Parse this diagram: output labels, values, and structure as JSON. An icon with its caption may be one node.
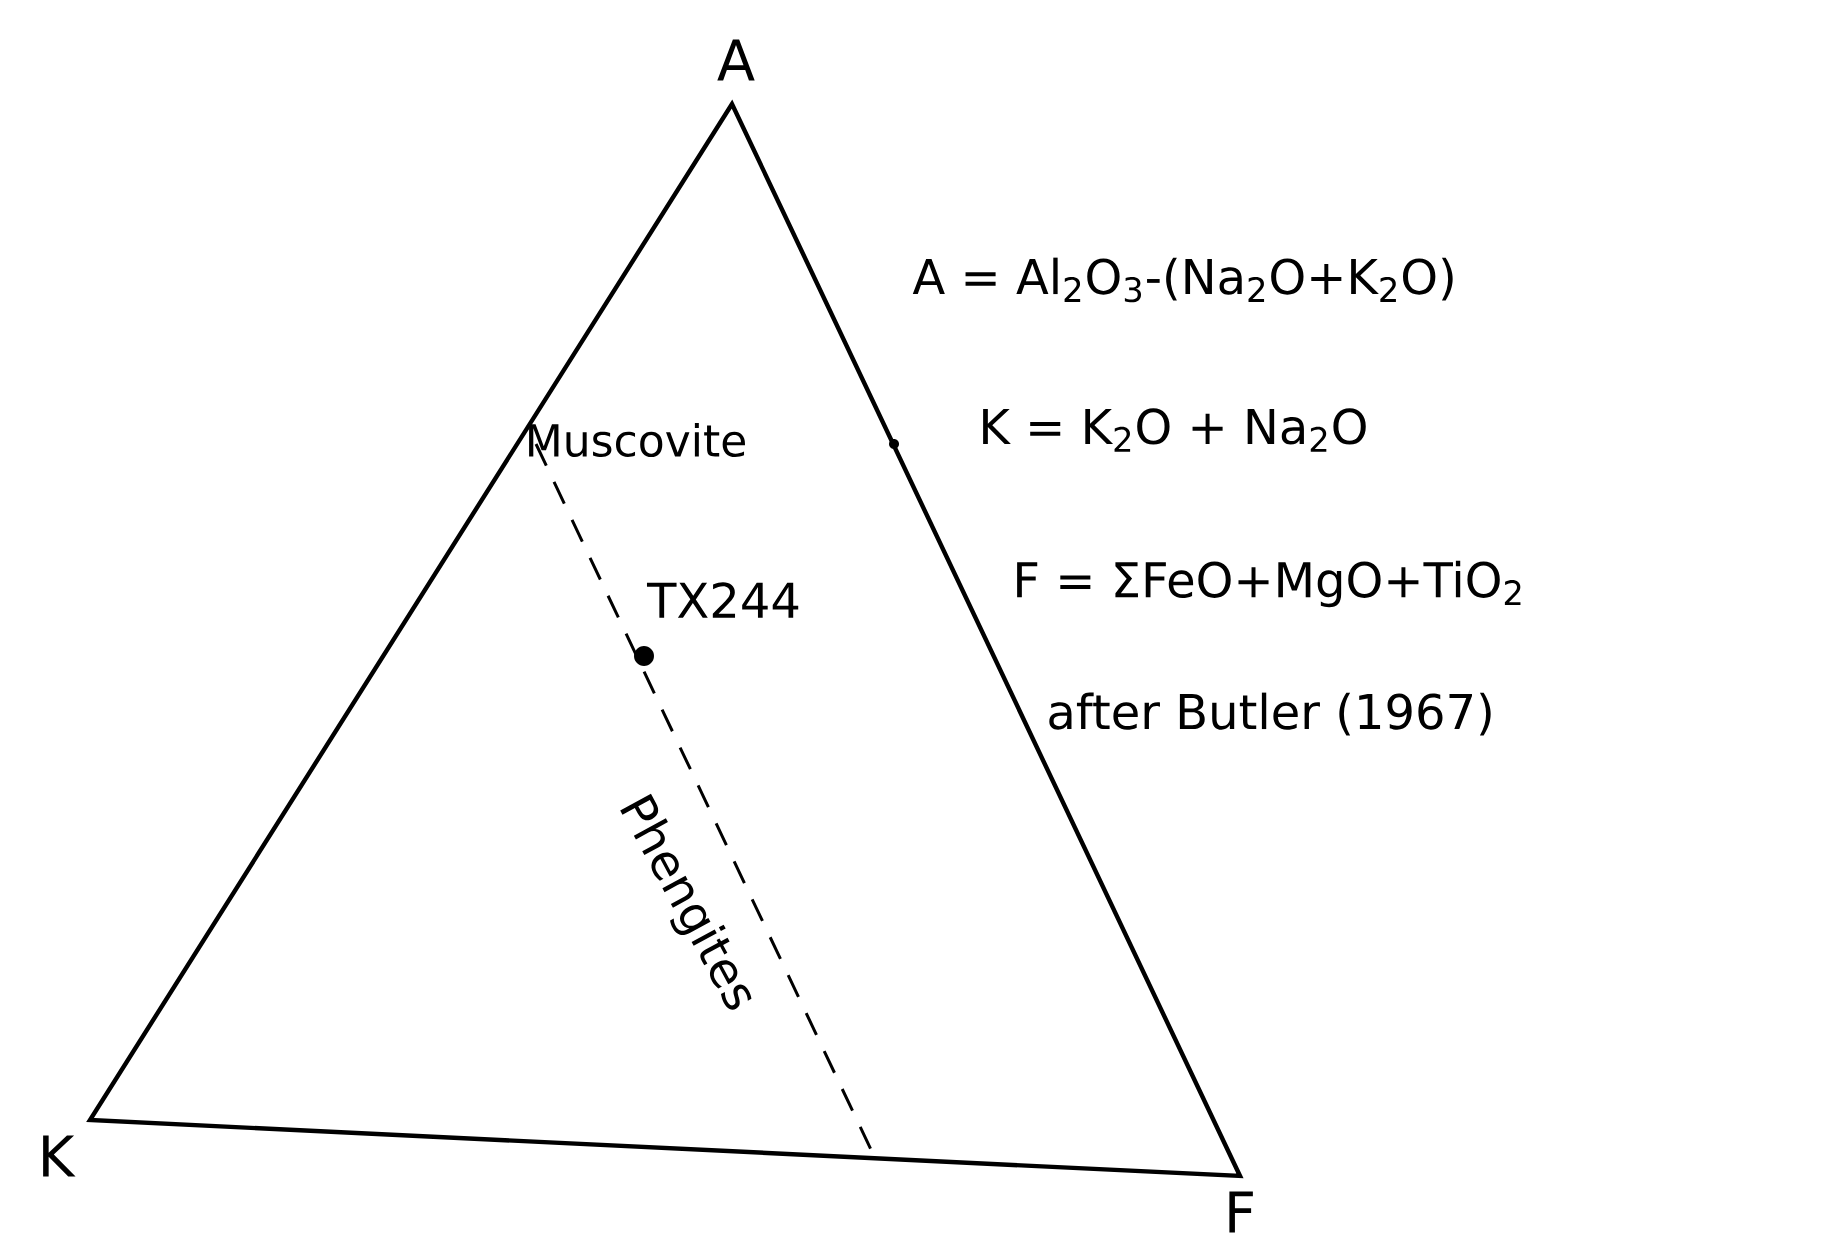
{
  "diagram": {
    "labels": [
      "A",
      "A = Al$_{2}$O$_{3}$-(Na$_{2}$O+K$_{2}$O)",
      "Muscovite",
      "K = K$_{2}$O + Na$_{2}$O",
      "TX244",
      "F = ΣFeO+MgO+TiO$_{2}$",
      "after Butler (1967)",
      "Phengites",
      "K",
      "F"
    ]
  }
}
